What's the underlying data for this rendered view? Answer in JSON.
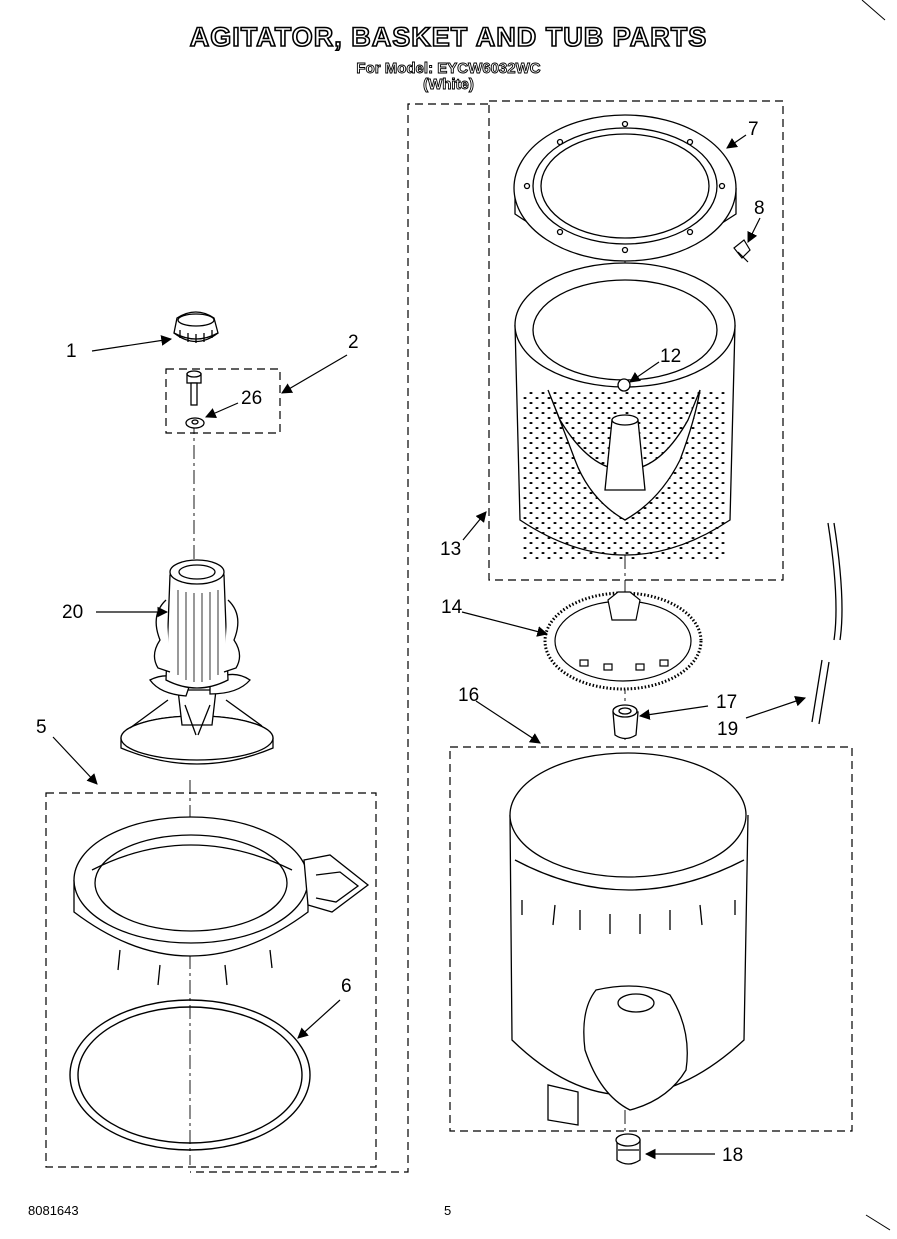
{
  "header": {
    "title": "AGITATOR, BASKET AND TUB PARTS",
    "model_line": "For Model: EYCW6032WC",
    "color_line": "(White)"
  },
  "callouts": [
    "1",
    "2",
    "26",
    "20",
    "5",
    "6",
    "7",
    "8",
    "12",
    "13",
    "14",
    "16",
    "17",
    "19",
    "18"
  ],
  "footer": {
    "doc_number": "8081643",
    "page_number": "5"
  }
}
